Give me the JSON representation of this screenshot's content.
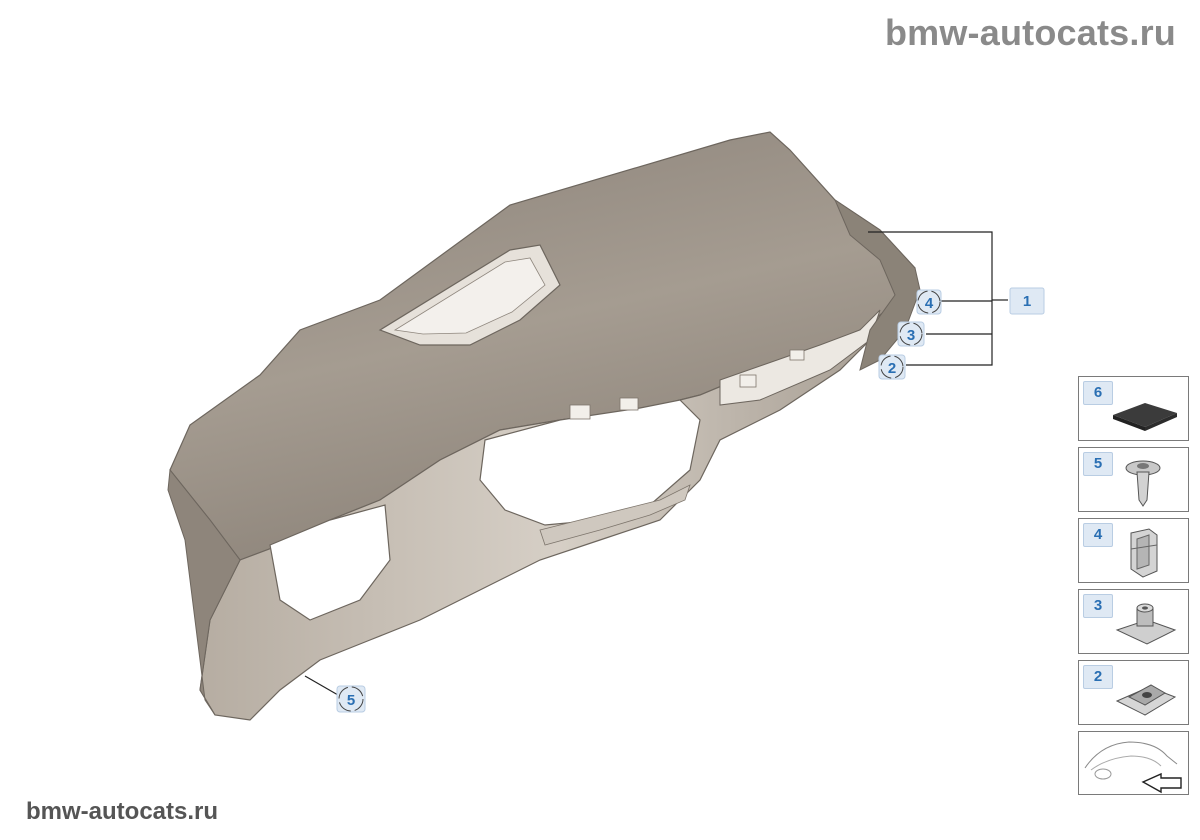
{
  "watermark": {
    "top": "bmw-autocats.ru",
    "bottom": "bmw-autocats.ru"
  },
  "callouts": [
    {
      "id": "c1",
      "label": "1"
    },
    {
      "id": "c4",
      "label": "4"
    },
    {
      "id": "c3",
      "label": "3"
    },
    {
      "id": "c2",
      "label": "2"
    },
    {
      "id": "c5",
      "label": "5"
    }
  ],
  "legend": [
    {
      "label": "6",
      "icon": "foam-pad-icon"
    },
    {
      "label": "5",
      "icon": "expanding-rivet-icon"
    },
    {
      "label": "4",
      "icon": "spring-clip-icon"
    },
    {
      "label": "3",
      "icon": "clip-nut-icon"
    },
    {
      "label": "2",
      "icon": "speed-nut-icon"
    },
    {
      "label": "",
      "icon": "vehicle-orientation-icon"
    }
  ],
  "colors": {
    "panel_fill": "#9a9187",
    "panel_shade": "#7f776e",
    "panel_highlight": "#c7bfb5",
    "callout_text": "#2a6fb3",
    "callout_badge": "#dfe9f4"
  }
}
